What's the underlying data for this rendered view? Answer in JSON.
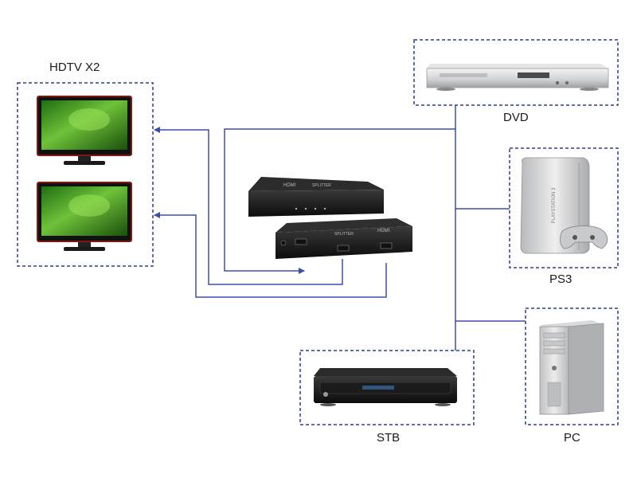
{
  "labels": {
    "hdtv": "HDTV X2",
    "dvd": "DVD",
    "ps3": "PS3",
    "stb": "STB",
    "pc": "PC"
  },
  "device_text": {
    "splitter_brand": "HDMI",
    "splitter_model": "SPLITTER",
    "ps3_brand": "PLAYSTATION 3"
  },
  "colors": {
    "connector": "#3c4fa8",
    "box_border": "#2e3f8f"
  }
}
